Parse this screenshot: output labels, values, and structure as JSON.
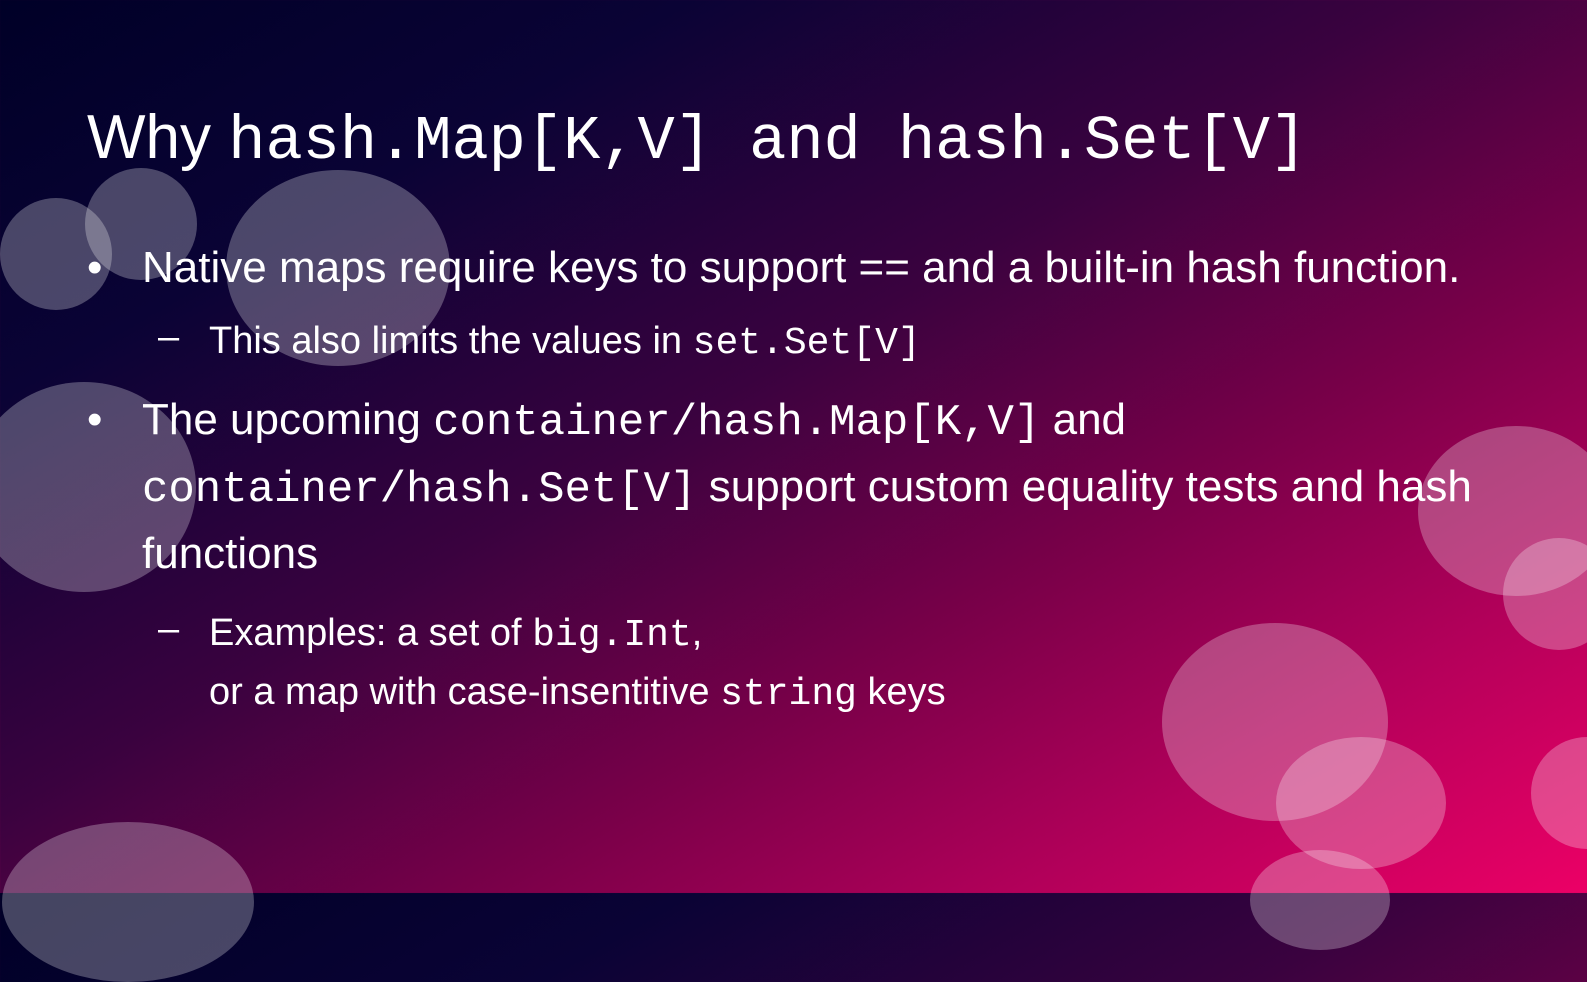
{
  "slide": {
    "title": {
      "prefix": "Why ",
      "code1": "hash.Map[K,V]",
      "middle": " and ",
      "code2": "hash.Set[V]"
    },
    "bullets": [
      {
        "marker": "•",
        "text": "Native maps require keys to support == and a built-in hash function.",
        "sub": {
          "marker": "–",
          "text": "This also limits the values in ",
          "code": "set.Set[V]"
        }
      },
      {
        "marker": "•",
        "text1": "The upcoming ",
        "code1": "container/hash.Map[K,V]",
        "text2": " and ",
        "code2": "container/hash.Set[V]",
        "text3": " support custom equality tests and hash functions",
        "sub": {
          "marker": "–",
          "line1_text": "Examples: a set of ",
          "line1_code": "big.Int",
          "line1_end": ",",
          "line2_text": "or a map with case-insentitive ",
          "line2_code": "string",
          "line2_end": " keys"
        }
      }
    ]
  },
  "background": {
    "gradient_start": "#000027",
    "gradient_end": "#ec0066"
  }
}
